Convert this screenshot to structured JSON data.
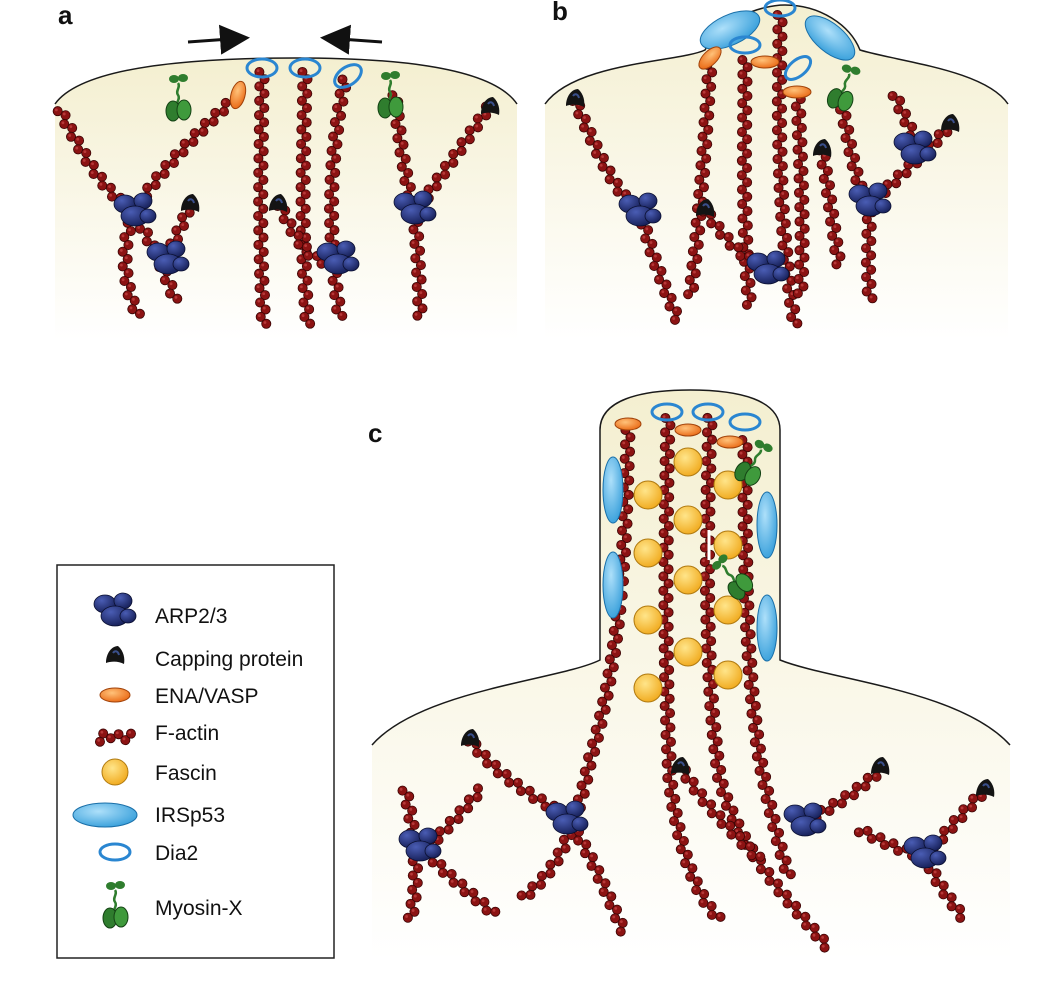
{
  "panels": [
    {
      "id": "a",
      "label": "a"
    },
    {
      "id": "b",
      "label": "b"
    },
    {
      "id": "c",
      "label": "c"
    }
  ],
  "legend": {
    "items": [
      {
        "key": "arp23",
        "label": "ARP2/3",
        "icon": "arp23-icon"
      },
      {
        "key": "capping",
        "label": "Capping protein",
        "icon": "capping-protein-icon"
      },
      {
        "key": "enavasp",
        "label": "ENA/VASP",
        "icon": "ena-vasp-icon"
      },
      {
        "key": "factin",
        "label": "F-actin",
        "icon": "f-actin-icon"
      },
      {
        "key": "fascin",
        "label": "Fascin",
        "icon": "fascin-icon"
      },
      {
        "key": "irsp53",
        "label": "IRSp53",
        "icon": "irsp53-icon"
      },
      {
        "key": "dia2",
        "label": "Dia2",
        "icon": "dia2-icon"
      },
      {
        "key": "myosinx",
        "label": "Myosin-X",
        "icon": "myosin-x-icon"
      }
    ]
  },
  "colors": {
    "membrane_fill": "#f6f1d6",
    "membrane_stroke": "#1a1a1a",
    "actin": "#8c1313",
    "arp23": "#1c2a6e",
    "capping": "#141414",
    "enavasp": "#f07a20",
    "fascin": "#f6c12c",
    "irsp53": "#4fb3e8",
    "dia2": "#2a86d1",
    "myosinx": "#2f7d2e"
  }
}
